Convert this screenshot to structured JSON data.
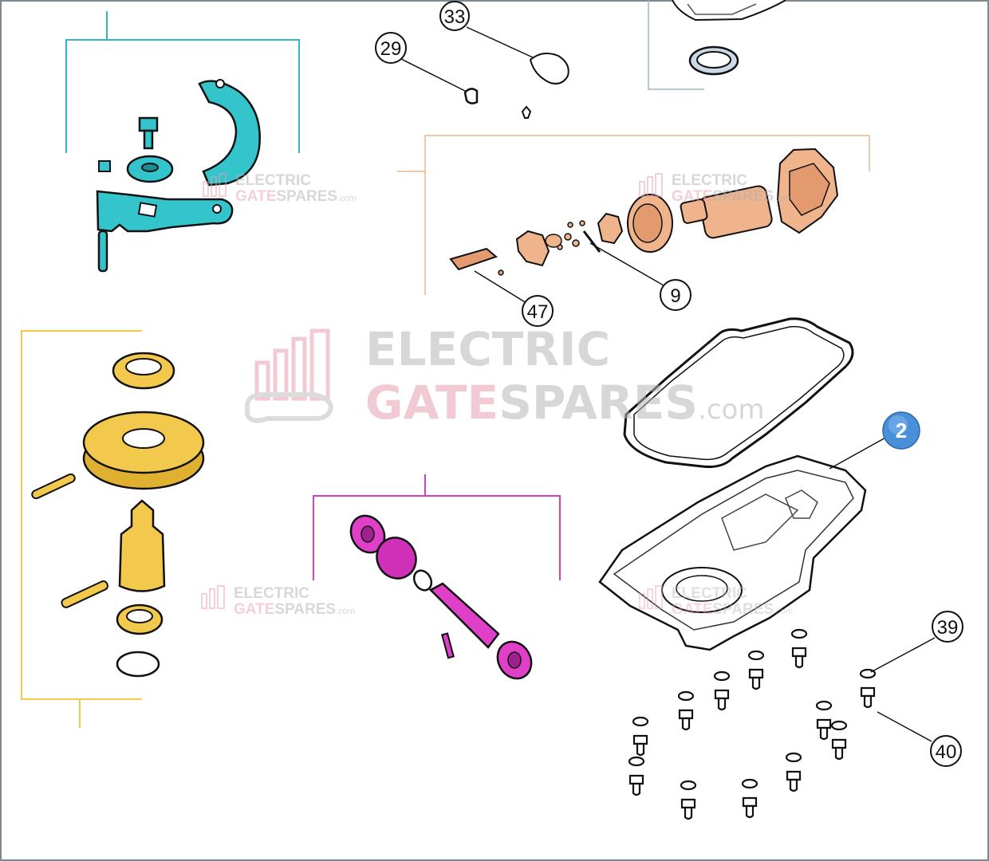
{
  "watermark": {
    "line1": "ELECTRIC",
    "line2_gate": "GATE",
    "line2_spares": "SPARES",
    "suffix": ".com"
  },
  "callouts": {
    "c33": "33",
    "c29": "29",
    "c9": "9",
    "c47": "47",
    "c2": "2",
    "c39": "39",
    "c40": "40"
  },
  "colors": {
    "teal": "#33c4cc",
    "peach": "#f0b48c",
    "yellow": "#f2c94c",
    "magenta": "#e040c8",
    "blue_badge": "#4a90d9"
  }
}
